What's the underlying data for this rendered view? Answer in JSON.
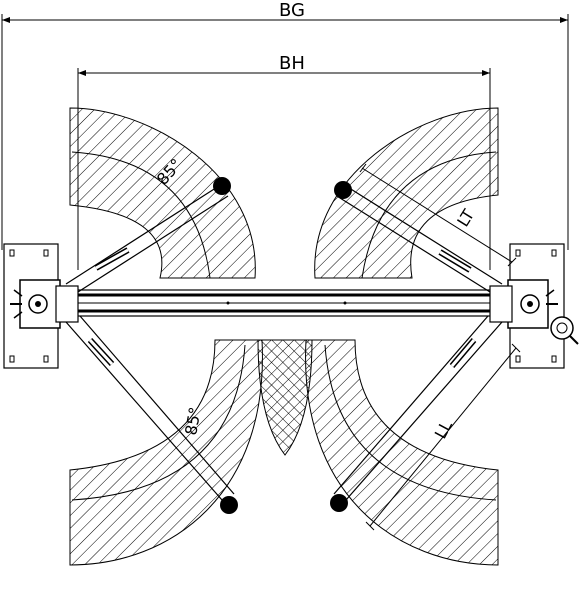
{
  "dimensions": {
    "outer_width_label": "BG",
    "drive_through_label": "BH"
  },
  "swing_annotations": {
    "upper_left_angle": "85°",
    "lower_left_angle": "85°",
    "upper_right_arm_length": "LT",
    "lower_right_arm_length": "LL"
  },
  "colors": {
    "line": "#000000",
    "background": "#ffffff"
  }
}
